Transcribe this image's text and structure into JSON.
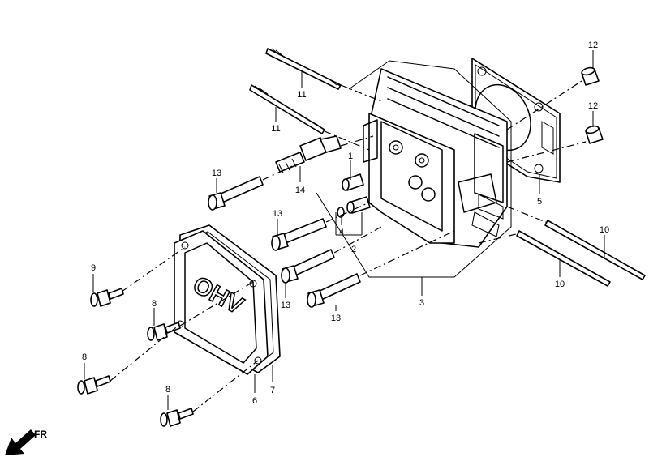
{
  "callouts": [
    {
      "id": "c1",
      "text": "1"
    },
    {
      "id": "c2",
      "text": "2"
    },
    {
      "id": "c3",
      "text": "3"
    },
    {
      "id": "c4",
      "text": "4"
    },
    {
      "id": "c5",
      "text": "5"
    },
    {
      "id": "c6",
      "text": "6"
    },
    {
      "id": "c7",
      "text": "7"
    },
    {
      "id": "c8a",
      "text": "8"
    },
    {
      "id": "c8b",
      "text": "8"
    },
    {
      "id": "c8c",
      "text": "8"
    },
    {
      "id": "c9",
      "text": "9"
    },
    {
      "id": "c10a",
      "text": "10"
    },
    {
      "id": "c10b",
      "text": "10"
    },
    {
      "id": "c11a",
      "text": "11"
    },
    {
      "id": "c11b",
      "text": "11"
    },
    {
      "id": "c12a",
      "text": "12"
    },
    {
      "id": "c12b",
      "text": "12"
    },
    {
      "id": "c13a",
      "text": "13"
    },
    {
      "id": "c13b",
      "text": "13"
    },
    {
      "id": "c13c",
      "text": "13"
    },
    {
      "id": "c13d",
      "text": "13"
    },
    {
      "id": "c14",
      "text": "14"
    }
  ],
  "cover_marking": "OHV",
  "direction": {
    "label": "FR",
    "icon": "front-arrow-icon"
  }
}
